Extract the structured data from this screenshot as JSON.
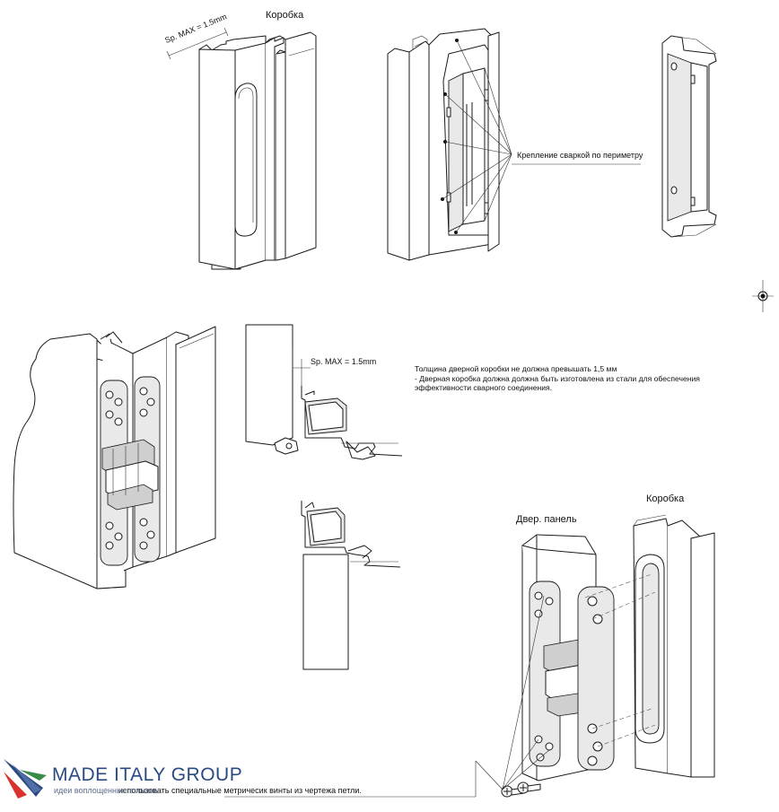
{
  "labels": {
    "frame_top": "Коробка",
    "sp_max_top": "Sp. MAX = 1.5mm",
    "weld_label": "Крепление сваркой по периметру",
    "sp_max_mid": "Sp. MAX = 1.5mm",
    "door_panel": "Двер. панель",
    "frame_bottom": "Коробка",
    "screws_note": "использовать специальные метричесик винты из чертежа петли."
  },
  "notes": {
    "line1": "Толщина дверной коробки не должна превышать 1,5 мм",
    "line2": "- Дверная коробка должна должна быть изготовлена из стали для обеспечения",
    "line3": "эффективности сварного соединения."
  },
  "brand": {
    "name": "MADE ITALY GROUP",
    "tagline": "идеи воплощенные в жизнь",
    "color_primary": "#2c4a82",
    "color_accent": "#d9312b"
  }
}
